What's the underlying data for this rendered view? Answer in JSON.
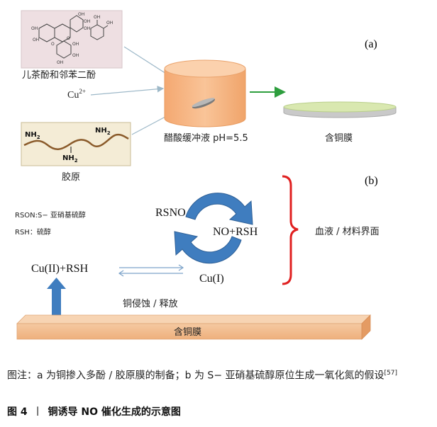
{
  "panel_a": {
    "label": "(a)",
    "polyphenol_label": "儿茶酚和邻苯二酚",
    "cu_label_base": "Cu",
    "cu_label_sup": "2+",
    "buffer_label": "醋酸缓冲液 pH=5.5",
    "collagen_label": "胶原",
    "collagen_groups": [
      "NH",
      "NH",
      "NH"
    ],
    "collagen_subscript": "2",
    "membrane_label": "含铜膜",
    "structure_atoms": [
      "OH",
      "OH",
      "OH",
      "OH",
      "OH",
      "O",
      "O",
      "OH",
      "OH",
      "OH",
      "OH",
      "OH"
    ]
  },
  "panel_b": {
    "label": "(b)",
    "legend_rson": "RSON:S− 亚硝基硫醇",
    "legend_rsh": "RSH：硫醇",
    "rsno": "RSNO",
    "no_rsh": "NO+RSH",
    "cu_ii": "Cu(II)+RSH",
    "cu_i": "Cu(I)",
    "corrosion": "铜侵蚀 / 释放",
    "interface": "血液 / 材料界面",
    "base_label": "含铜膜"
  },
  "caption": {
    "note": "图注：a 为铜掺入多酚 / 胶原膜的制备；b 为 S− 亚硝基硫醇原位生成一氧化氮的假设",
    "ref": "[57]",
    "fig_num": "图 4",
    "sep": "丨",
    "title": "铜诱导 NO 催化生成的示意图"
  },
  "colors": {
    "cylinder": "#f6b47e",
    "membrane_top": "#d9e8b0",
    "green_arrow": "#2e9e3e",
    "blue_arrow": "#3f7dbf",
    "red_bracket": "#e02020",
    "copper_base": "#f0b98a"
  }
}
